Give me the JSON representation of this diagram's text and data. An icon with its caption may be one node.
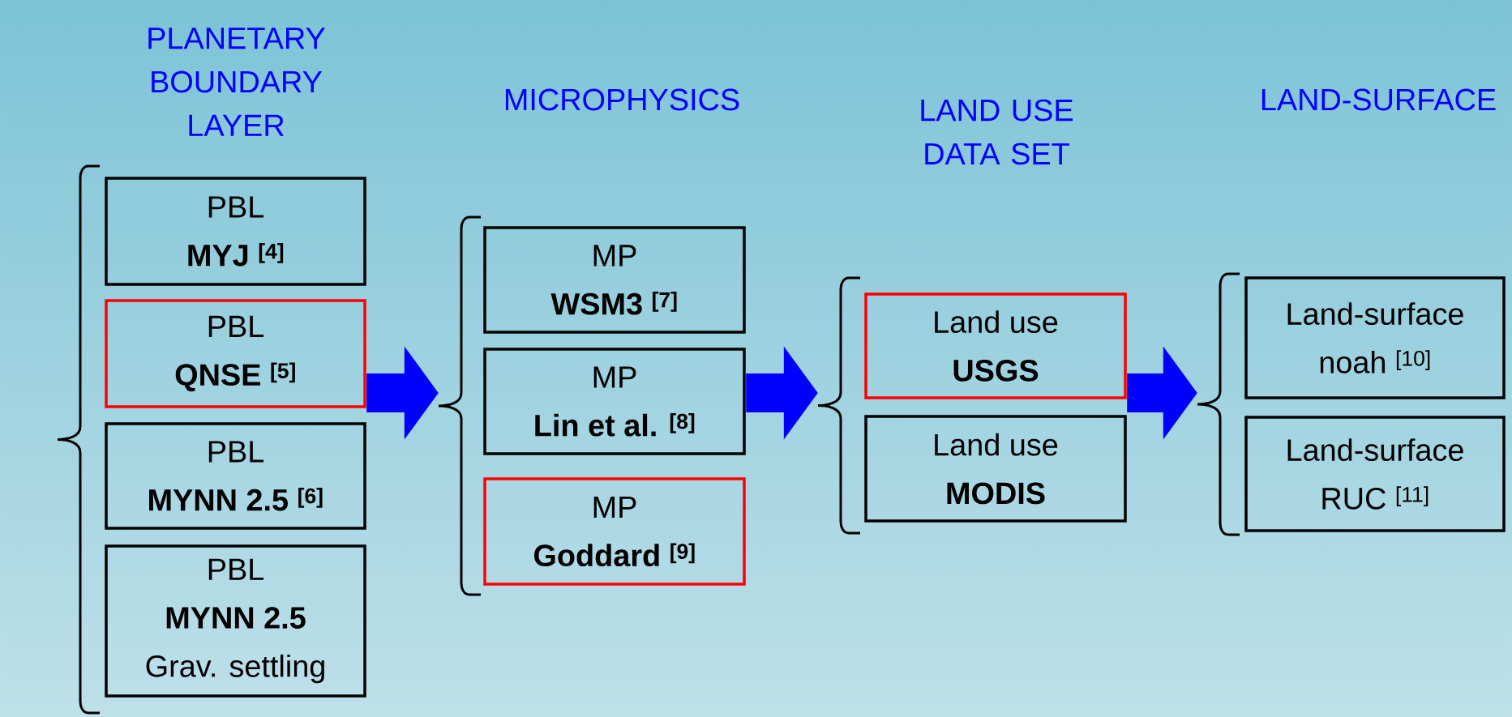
{
  "diagram": {
    "nodes": [
      {
        "text": [
          "PLANETARY BOUNDARY LAYER"
        ]
      },
      {
        "text": [
          "PBL",
          "MYJ $^{[4]}$"
        ],
        "in": 0
      },
      {
        "text": [
          "PBL",
          "QNSE $^{[5]}$"
        ],
        "in": 0
      },
      {
        "text": [
          "PBL",
          "MYNN 2.5 $^{[6]}$"
        ],
        "in": 0
      },
      {
        "text": [
          "PBL",
          "MYNN 2.5",
          "Grav. settling"
        ],
        "in": 0
      },
      {
        "text": [
          "MICROPHYSICS"
        ]
      },
      {
        "text": [
          "MP",
          "WSM3 $^{[7]}$"
        ],
        "in": 5
      },
      {
        "text": [
          "MP",
          "Lin et al. $^{[8]}$"
        ],
        "in": 5
      },
      {
        "text": [
          "MP",
          "Goddard $^{[9]}$"
        ],
        "in": 5
      },
      {
        "text": [
          "LAND USE DATA SET"
        ]
      },
      {
        "text": [
          "Land use",
          "USGS"
        ],
        "in": 9
      },
      {
        "text": [
          "Land use",
          "MODIS"
        ],
        "in": 9
      },
      {
        "text": [
          "LAND-SURFACE"
        ]
      },
      {
        "text": [
          "Land-surface",
          "noah $^{[10]}$"
        ],
        "in": 12
      },
      {
        "text": [
          "Land-surface",
          "RUC $^{[11]}$"
        ],
        "in": 12
      }
    ],
    "edges": [
      {
        "from": 0,
        "to": 5,
        "arrow": "to"
      },
      {
        "from": 5,
        "to": 9,
        "arrow": "to"
      },
      {
        "from": 9,
        "to": 12,
        "arrow": "to"
      }
    ]
  }
}
